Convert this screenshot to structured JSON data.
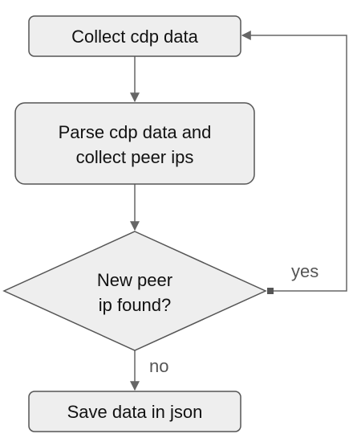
{
  "nodes": {
    "collect": {
      "label": "Collect cdp data"
    },
    "parse": {
      "line1": "Parse cdp data and",
      "line2": "collect peer ips"
    },
    "decision": {
      "line1": "New peer",
      "line2": "ip found?"
    },
    "save": {
      "label": "Save data in json"
    }
  },
  "edges": {
    "yes_label": "yes",
    "no_label": "no"
  },
  "colors": {
    "node_fill": "#eeeeee",
    "node_stroke": "#555555",
    "edge_stroke": "#666666",
    "text": "#111111",
    "edge_text": "#555555"
  }
}
